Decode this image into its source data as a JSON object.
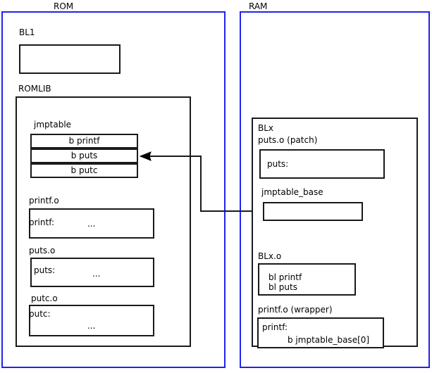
{
  "diagram": {
    "title_rom": "ROM",
    "title_ram": "RAM",
    "accent_blue": "#2222ee",
    "line_black": "#1a1a1a"
  },
  "rom": {
    "label": "ROM",
    "bl1": {
      "label": "BL1",
      "body": ""
    },
    "romlib": {
      "label": "ROMLIB",
      "jmptable": {
        "label": "jmptable",
        "rows": [
          "b printf",
          "b puts",
          "b putc"
        ]
      },
      "objects": [
        {
          "label": "printf.o",
          "symbol": "printf:",
          "ellipsis": "..."
        },
        {
          "label": "puts.o",
          "symbol": "puts:",
          "ellipsis": "..."
        },
        {
          "label": "putc.o",
          "symbol": "putc:",
          "ellipsis": "..."
        }
      ]
    }
  },
  "ram": {
    "label": "RAM",
    "blx": {
      "label": "BLx",
      "puts_patch": {
        "label": "puts.o (patch)",
        "symbol": "puts:"
      },
      "jmptable_base": {
        "label": "jmptable_base",
        "body": ""
      },
      "blx_o": {
        "label": "BLx.o",
        "lines": [
          "bl printf",
          "bl puts"
        ]
      },
      "printf_wrapper": {
        "label": "printf.o (wrapper)",
        "symbol": "printf:",
        "instruction": "b jmptable_base[0]"
      }
    }
  },
  "connector": {
    "name": "jmptable-base-to-b-puts-arrow",
    "description": "arrow from jmptable_base in RAM to the b puts entry in ROM jmptable"
  }
}
